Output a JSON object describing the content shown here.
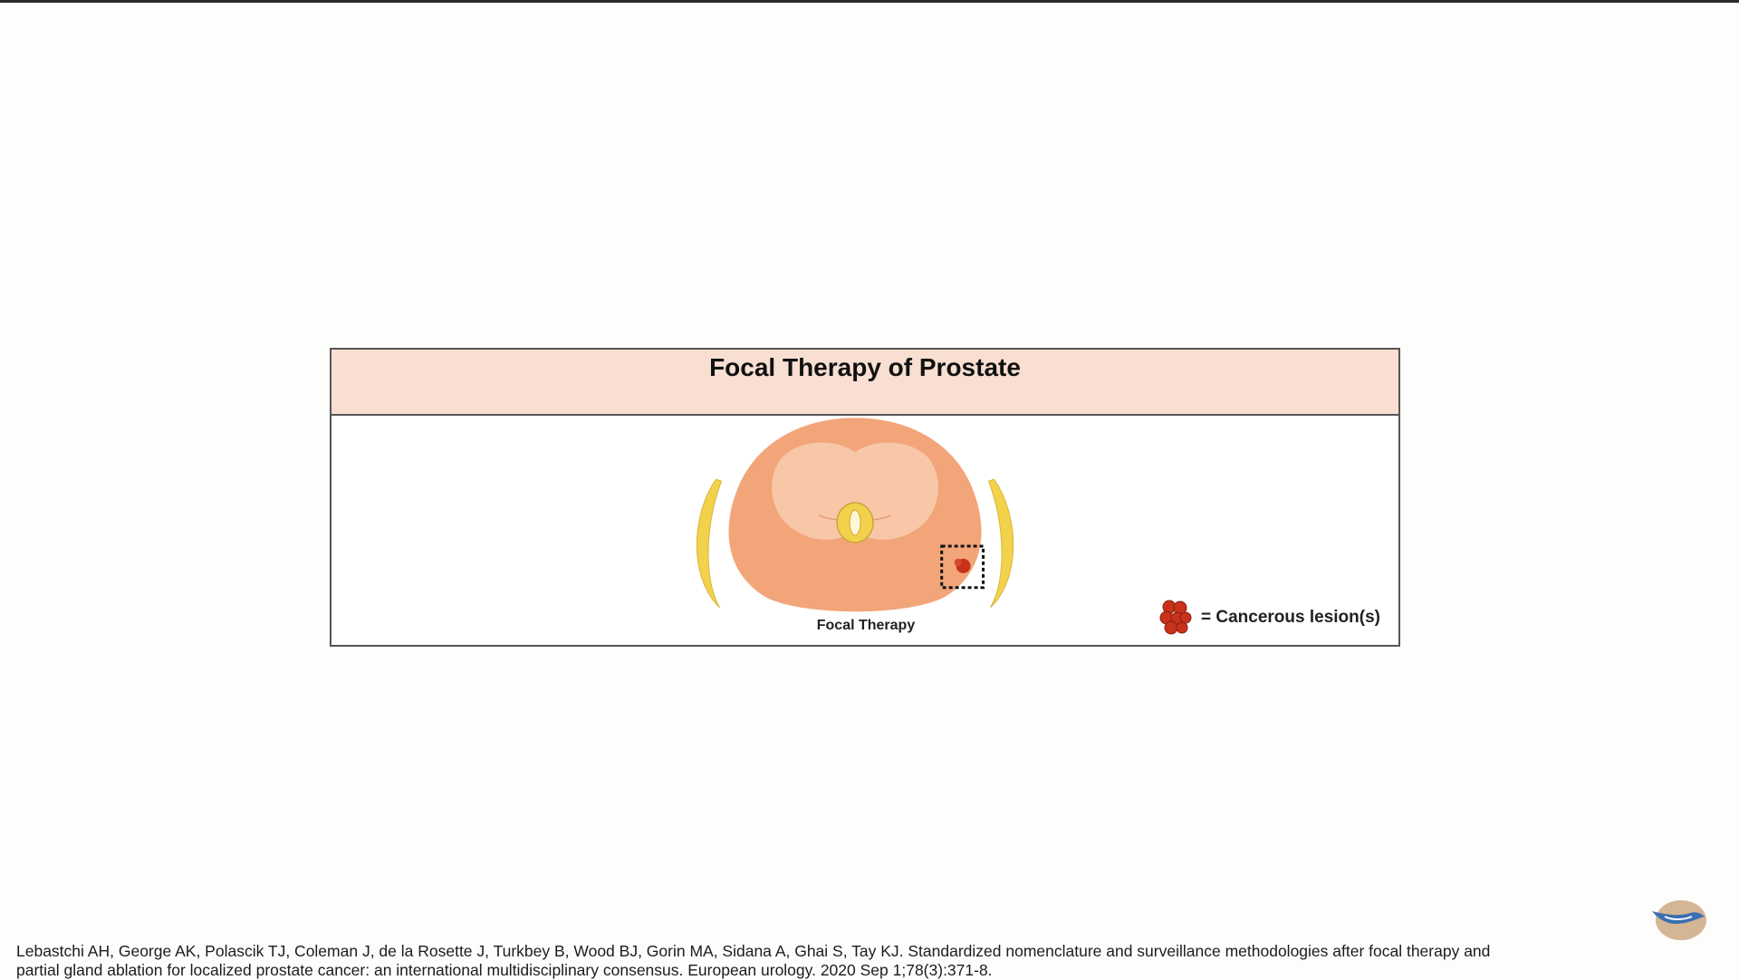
{
  "figure": {
    "title": "Focal Therapy of Prostate",
    "diagram_label": "Focal Therapy",
    "legend_label": "= Cancerous lesion(s)"
  },
  "colors": {
    "header_bg": "#f8dfd1",
    "prostate_outer": "#f3a57a",
    "prostate_inner": "#f8cdb0",
    "bundle_yellow": "#f3d24b",
    "lesion_red": "#c8321a"
  },
  "citation": {
    "line1": "Lebastchi AH, George AK, Polascik TJ, Coleman J, de la Rosette J, Turkbey B, Wood BJ, Gorin MA, Sidana A, Ghai S, Tay KJ. Standardized nomenclature and surveillance methodologies after focal therapy and",
    "line2": "partial gland ablation for localized prostate cancer: an international multidisciplinary consensus. European urology. 2020 Sep 1;78(3):371-8."
  },
  "icons": {
    "logo": "bird-logo-icon",
    "lesion": "cancer-lesion-icon",
    "ablation_zone": "ablation-zone-icon"
  }
}
